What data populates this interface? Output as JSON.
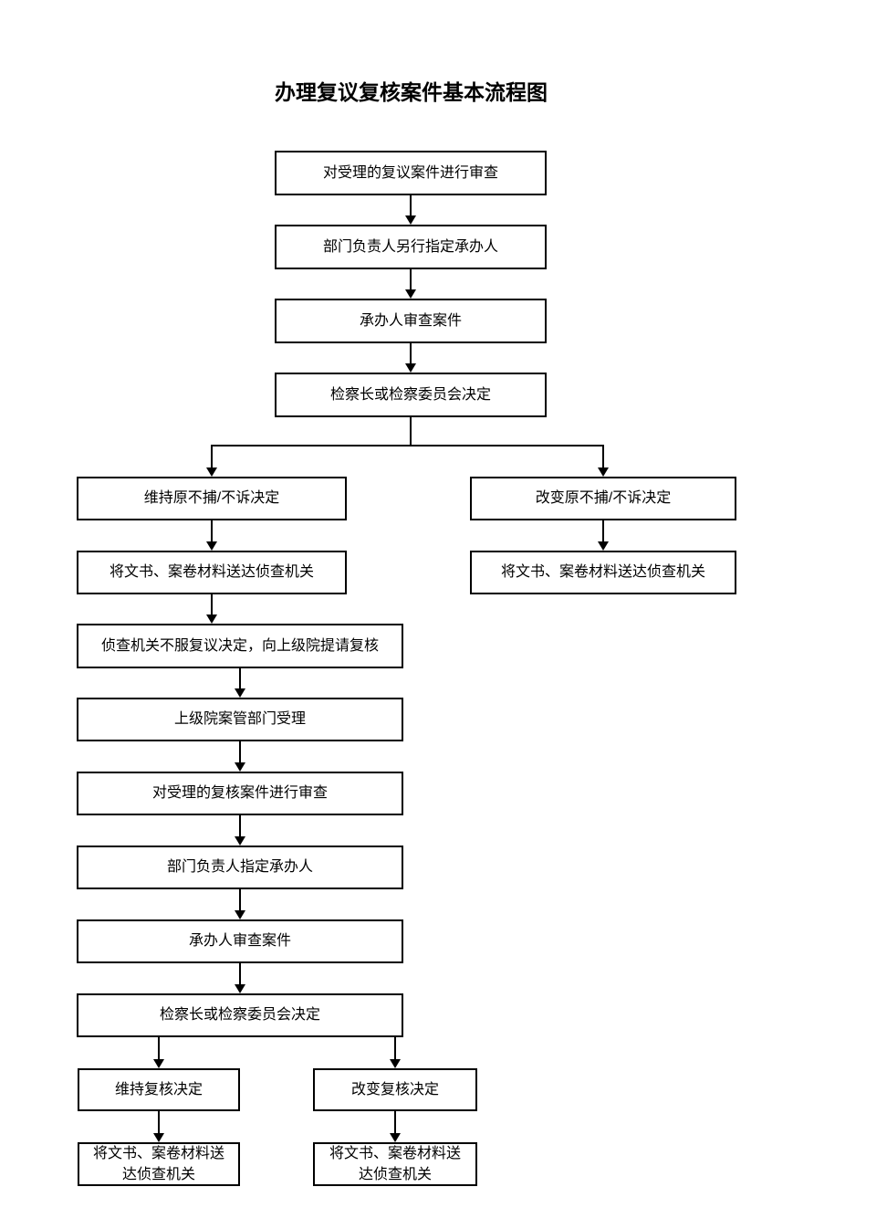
{
  "page": {
    "title": "办理复议复核案件基本流程图"
  },
  "diagram": {
    "type": "flowchart",
    "nodes": [
      {
        "id": "review-fuyi-case",
        "label": "对受理的复议案件进行审查"
      },
      {
        "id": "assign-undertaker-other",
        "label": "部门负责人另行指定承办人"
      },
      {
        "id": "undertaker-review-1",
        "label": "承办人审查案件"
      },
      {
        "id": "chief-decision-1",
        "label": "检察长或检察委员会决定"
      },
      {
        "id": "maintain-original-decision",
        "label": "维持原不捕/不诉决定"
      },
      {
        "id": "change-original-decision",
        "label": "改变原不捕/不诉决定"
      },
      {
        "id": "deliver-documents-left",
        "label": "将文书、案卷材料送达侦查机关"
      },
      {
        "id": "deliver-documents-right",
        "label": "将文书、案卷材料送达侦查机关"
      },
      {
        "id": "request-review",
        "label": "侦查机关不服复议决定，向上级院提请复核"
      },
      {
        "id": "higher-court-accept",
        "label": "上级院案管部门受理"
      },
      {
        "id": "review-fuhe-case",
        "label": "对受理的复核案件进行审查"
      },
      {
        "id": "assign-undertaker",
        "label": "部门负责人指定承办人"
      },
      {
        "id": "undertaker-review-2",
        "label": "承办人审查案件"
      },
      {
        "id": "chief-decision-2",
        "label": "检察长或检察委员会决定"
      },
      {
        "id": "maintain-fuhe-decision",
        "label": "维持复核决定"
      },
      {
        "id": "change-fuhe-decision",
        "label": "改变复核决定"
      },
      {
        "id": "deliver-documents-bottom-left",
        "label": "将文书、案卷材料送\n达侦查机关"
      },
      {
        "id": "deliver-documents-bottom-right",
        "label": "将文书、案卷材料送\n达侦查机关"
      }
    ],
    "edges": [
      [
        "review-fuyi-case",
        "assign-undertaker-other"
      ],
      [
        "assign-undertaker-other",
        "undertaker-review-1"
      ],
      [
        "undertaker-review-1",
        "chief-decision-1"
      ],
      [
        "chief-decision-1",
        "maintain-original-decision"
      ],
      [
        "chief-decision-1",
        "change-original-decision"
      ],
      [
        "maintain-original-decision",
        "deliver-documents-left"
      ],
      [
        "change-original-decision",
        "deliver-documents-right"
      ],
      [
        "deliver-documents-left",
        "request-review"
      ],
      [
        "request-review",
        "higher-court-accept"
      ],
      [
        "higher-court-accept",
        "review-fuhe-case"
      ],
      [
        "review-fuhe-case",
        "assign-undertaker"
      ],
      [
        "assign-undertaker",
        "undertaker-review-2"
      ],
      [
        "undertaker-review-2",
        "chief-decision-2"
      ],
      [
        "chief-decision-2",
        "maintain-fuhe-decision"
      ],
      [
        "chief-decision-2",
        "change-fuhe-decision"
      ],
      [
        "maintain-fuhe-decision",
        "deliver-documents-bottom-left"
      ],
      [
        "change-fuhe-decision",
        "deliver-documents-bottom-right"
      ]
    ],
    "colors": {
      "line": "#000000",
      "node_border": "#000000",
      "node_fill": "#ffffff",
      "background": "#ffffff"
    }
  }
}
